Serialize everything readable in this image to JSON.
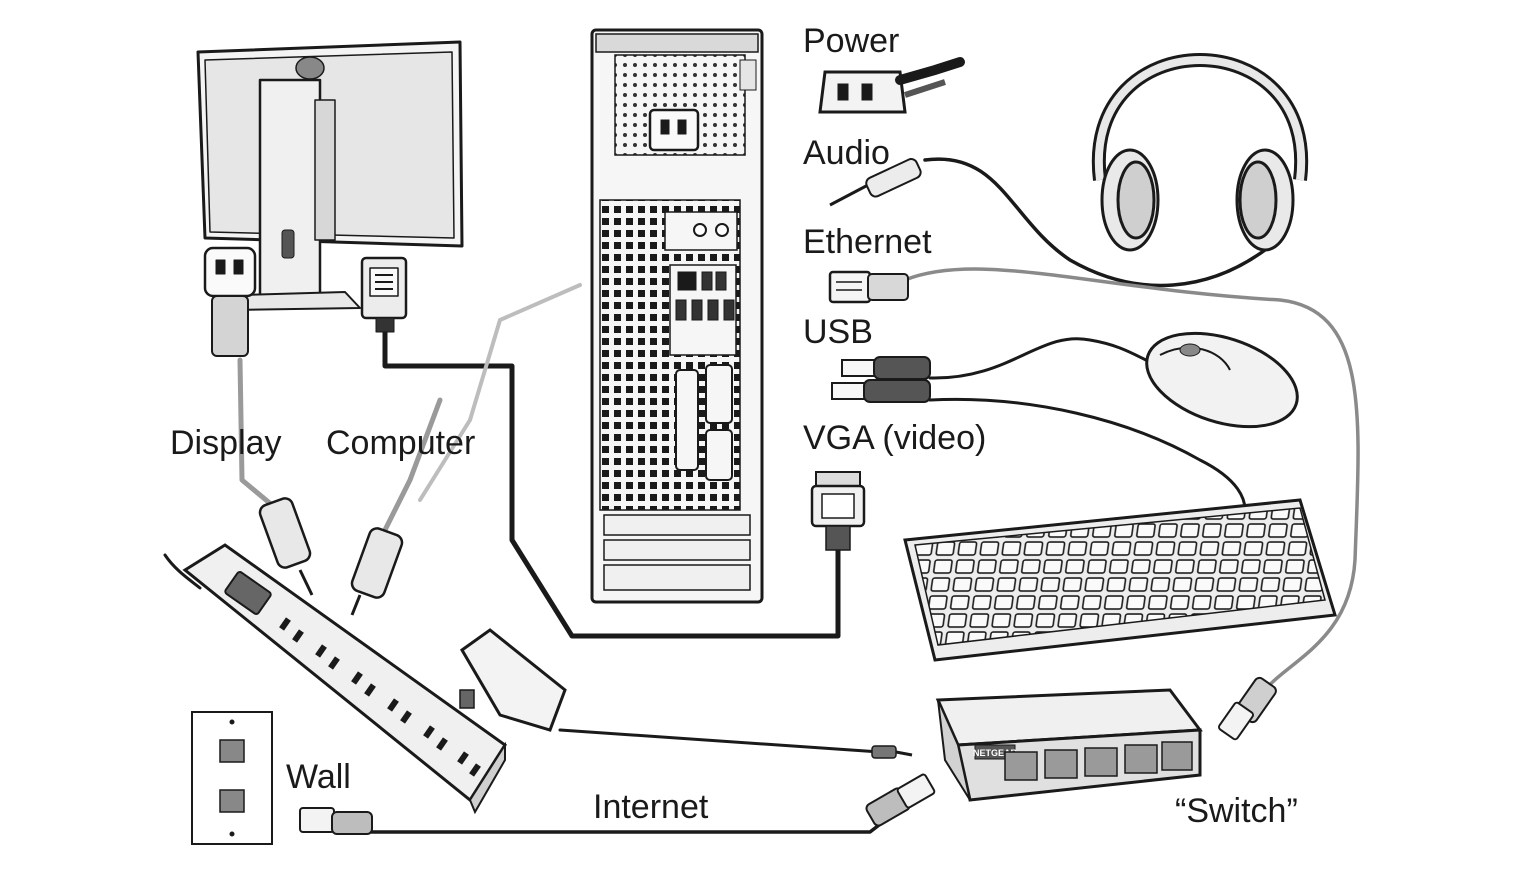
{
  "labels": {
    "power": "Power",
    "audio": "Audio",
    "ethernet": "Ethernet",
    "usb": "USB",
    "vga": "VGA (video)",
    "display": "Display",
    "computer": "Computer",
    "wall": "Wall",
    "internet": "Internet",
    "switch": "“Switch”"
  },
  "brands": {
    "switch_brand": "NETGEAR"
  },
  "colors": {
    "ink": "#1a1a1a",
    "gray_cable": "#9a9a9a",
    "light_fill": "#f2f2f2",
    "mid_fill": "#cfcfcf",
    "background": "#ffffff"
  }
}
